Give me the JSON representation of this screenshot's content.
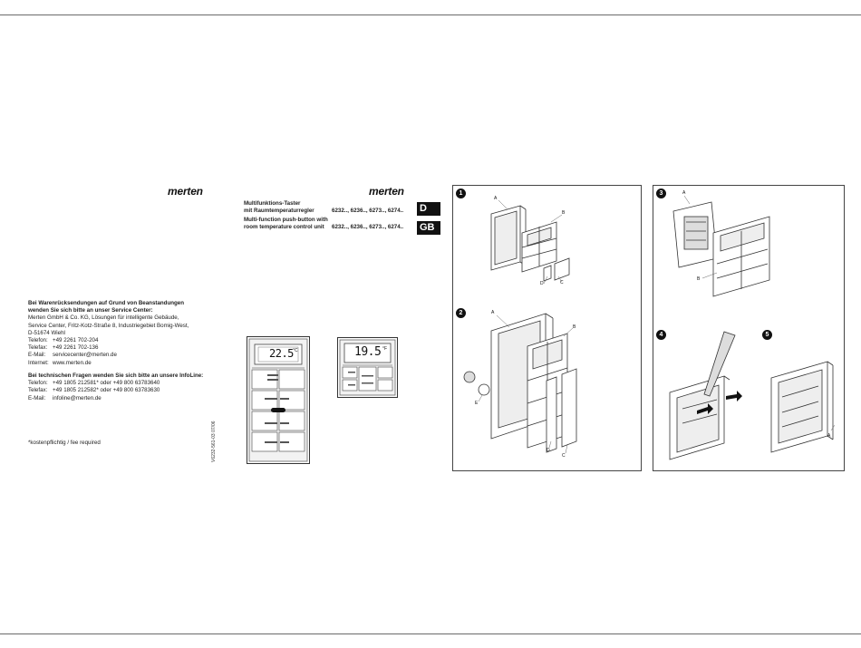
{
  "brand": {
    "logo_left": "merten",
    "logo_right": "merten"
  },
  "service": {
    "heading_line1": "Bei Warenrücksendungen auf Grund von Beanstandungen",
    "heading_line2": "wenden Sie sich bitte an unser Service Center:",
    "address_line1": "Merten GmbH & Co. KG, Lösungen für intelligente Gebäude,",
    "address_line2": "Service Center, Fritz-Kotz-Straße 8, Industriegebiet Bomig-West,",
    "address_line3": "D-51674 Wiehl",
    "telefon_label": "Telefon:",
    "telefon_value": "+49 2261 702-204",
    "telefax_label": "Telefax:",
    "telefax_value": "+49 2261 702-136",
    "email_label": "E-Mail:",
    "email_value": "servicecenter@merten.de",
    "internet_label": "Internet:",
    "internet_value": "www.merten.de"
  },
  "infoline": {
    "heading": "Bei technischen Fragen wenden Sie sich bitte an unsere InfoLine:",
    "telefon_label": "Telefon:",
    "telefon_value": "+49 1805 212581* oder +49 800 63783640",
    "telefax_label": "Telefax:",
    "telefax_value": "+49 1805 212582* oder +49 800 63783630",
    "email_label": "E-Mail:",
    "email_value": "infoline@merten.de"
  },
  "footnote": "*kostenpflichtig / fee required",
  "doc_code": "V6232-561-03  07/06",
  "product": {
    "de_line1": "Multifunktions-Taster",
    "de_line2": "mit Raumtemperaturregler",
    "de_codes": "6232.., 6236.., 6273.., 6274..",
    "gb_line1": "Multi-function push-button with",
    "gb_line2": "room temperature control unit",
    "gb_codes": "6232.., 6236.., 6273.., 6274..",
    "lang_de": "D",
    "lang_gb": "GB"
  },
  "devices": {
    "large_display": "22.5",
    "large_unit": "°C",
    "small_display": "19.5",
    "small_unit": "°F"
  },
  "steps": [
    "1",
    "2",
    "3",
    "4",
    "5"
  ],
  "callouts": {
    "a": "A",
    "b": "B",
    "c": "C",
    "d": "D",
    "e": "E"
  },
  "colors": {
    "rule": "#6a6a6a",
    "ink": "#111111",
    "frame": "#444444"
  }
}
